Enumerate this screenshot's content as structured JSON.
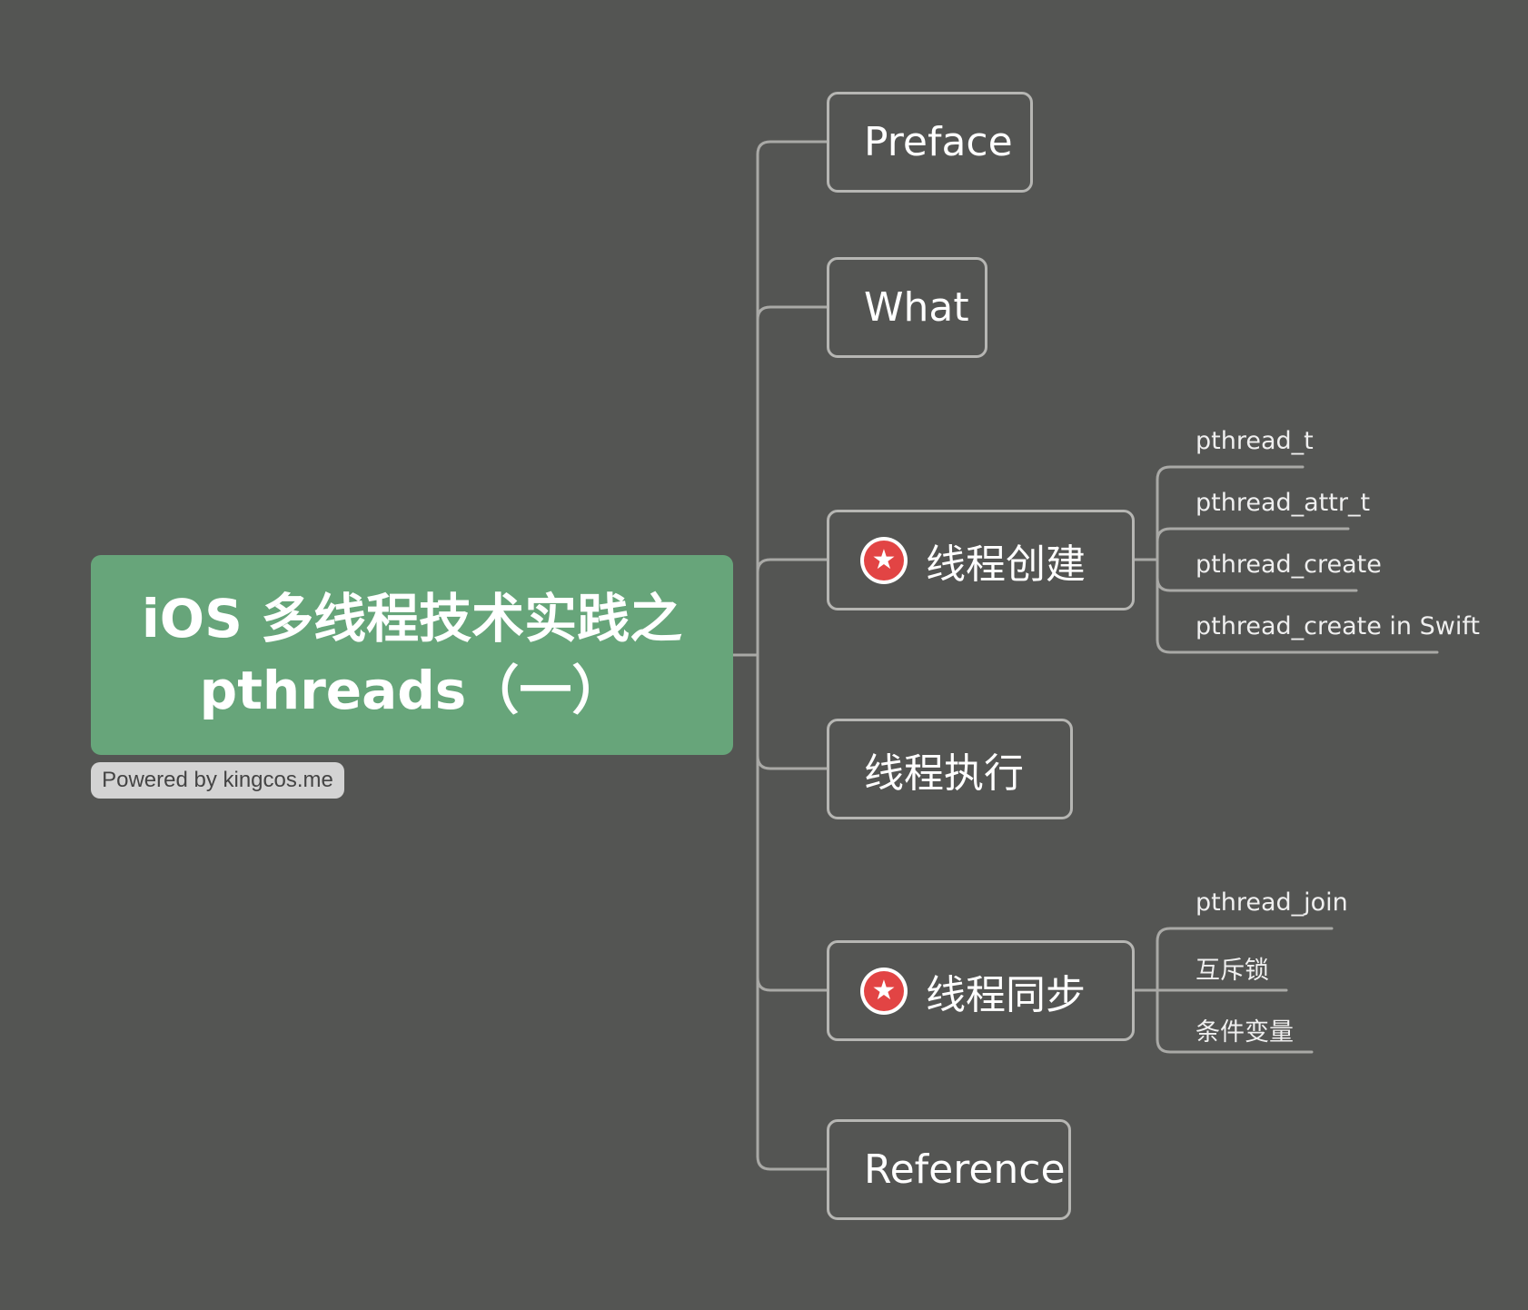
{
  "root": {
    "title_line1": "iOS 多线程技术实践之",
    "title_line2": "pthreads（一）"
  },
  "badge": "Powered by kingcos.me",
  "topics": [
    {
      "label": "Preface"
    },
    {
      "label": "What"
    },
    {
      "label": "线程创建",
      "marker": "star-icon",
      "children": [
        "pthread_t",
        "pthread_attr_t",
        "pthread_create",
        "pthread_create in Swift"
      ]
    },
    {
      "label": "线程执行"
    },
    {
      "label": "线程同步",
      "marker": "star-icon",
      "children": [
        "pthread_join",
        "互斥锁",
        "条件变量"
      ]
    },
    {
      "label": "Reference"
    }
  ],
  "colors": {
    "background": "#545553",
    "root": "#67a57a",
    "line": "#b6b6b3",
    "marker": "#e24444"
  }
}
